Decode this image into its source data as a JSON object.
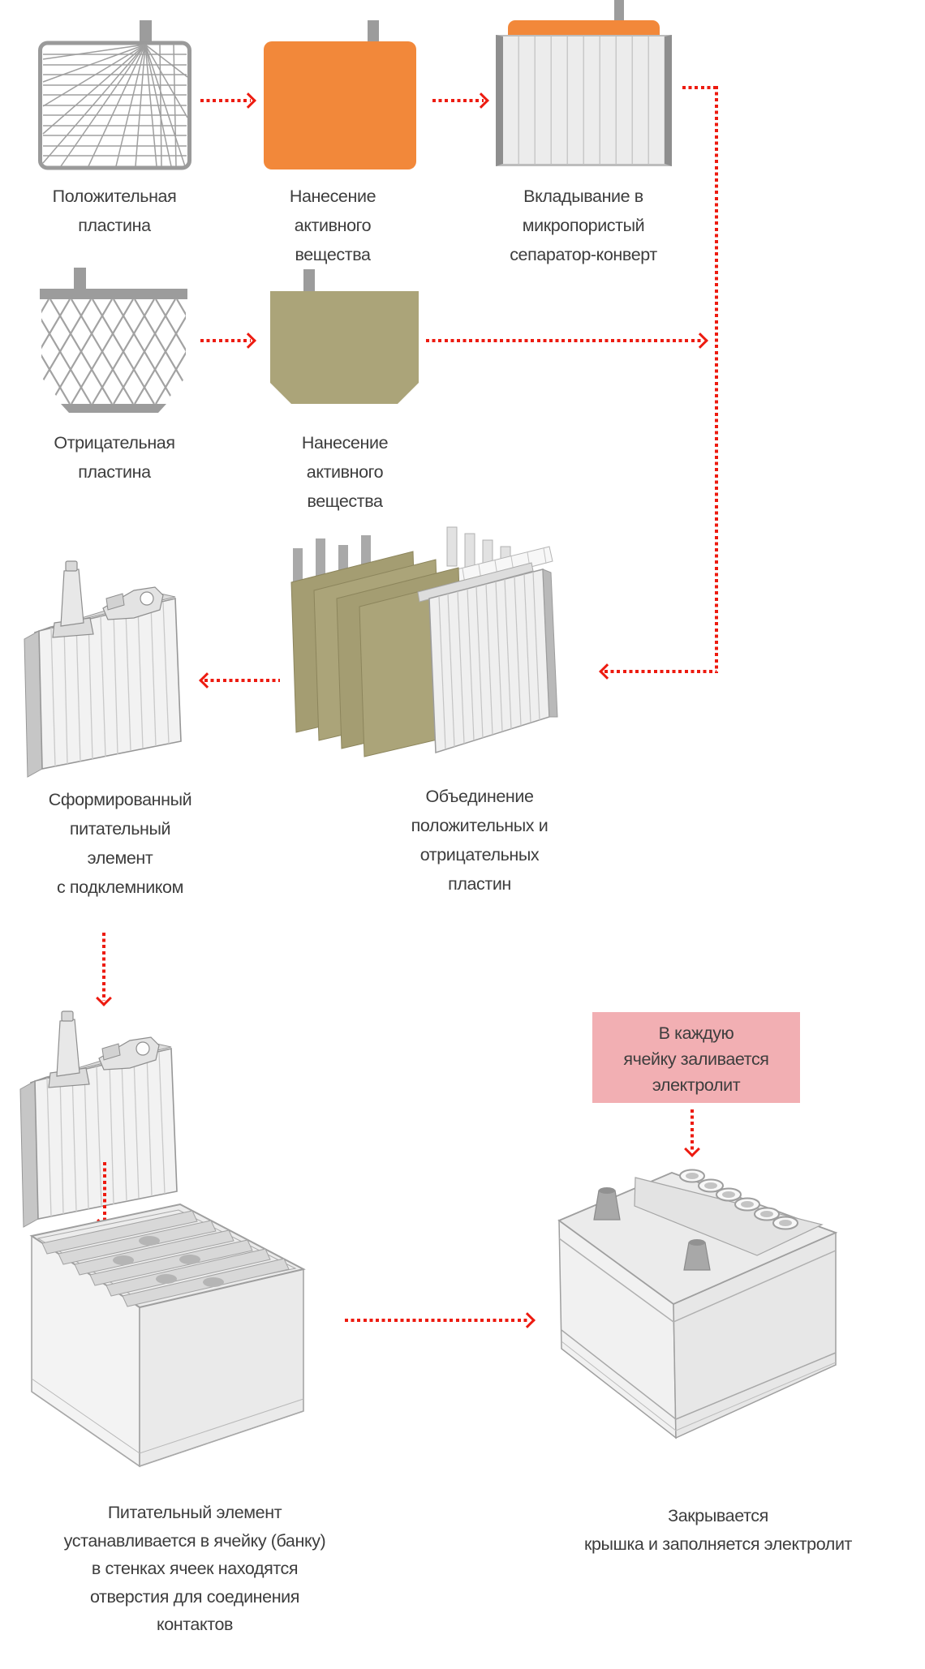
{
  "palette": {
    "orange": "#f2883a",
    "olive": "#aba479",
    "pink": "#f2afb3",
    "arrow_red": "#ed1b10",
    "metal_gray": "#9c9c9c",
    "plate_light": "#efefef",
    "text": "#3d3d3d"
  },
  "flow": {
    "step_positive_plate": {
      "label": "Положительная\nпластина"
    },
    "step_apply_active_pos": {
      "label": "Нанесение\nактивного\nвещества"
    },
    "step_envelope": {
      "label": "Вкладывание в\nмикропористый\nсепаратор-конверт"
    },
    "step_negative_plate": {
      "label": "Отрицательная\nпластина"
    },
    "step_apply_active_neg": {
      "label": "Нанесение\nактивного\nвещества"
    },
    "step_formed_element": {
      "label": "Сформированный\nпитательный\nэлемент\nс подклемником"
    },
    "step_combine_plates": {
      "label": "Объединение\nположительных и\nотрицательных\nпластин"
    },
    "callout_electrolyte": {
      "label": "В каждую\nячейку заливается\nэлектролит"
    },
    "step_insert_element": {
      "label": "Питательный элемент\nустанавливается в ячейку (банку)\nв стенках ячеек находятся\nотверстия для соединения\nконтактов"
    },
    "step_close_lid": {
      "label": "Закрывается\nкрышка и заполняется электролит"
    }
  }
}
